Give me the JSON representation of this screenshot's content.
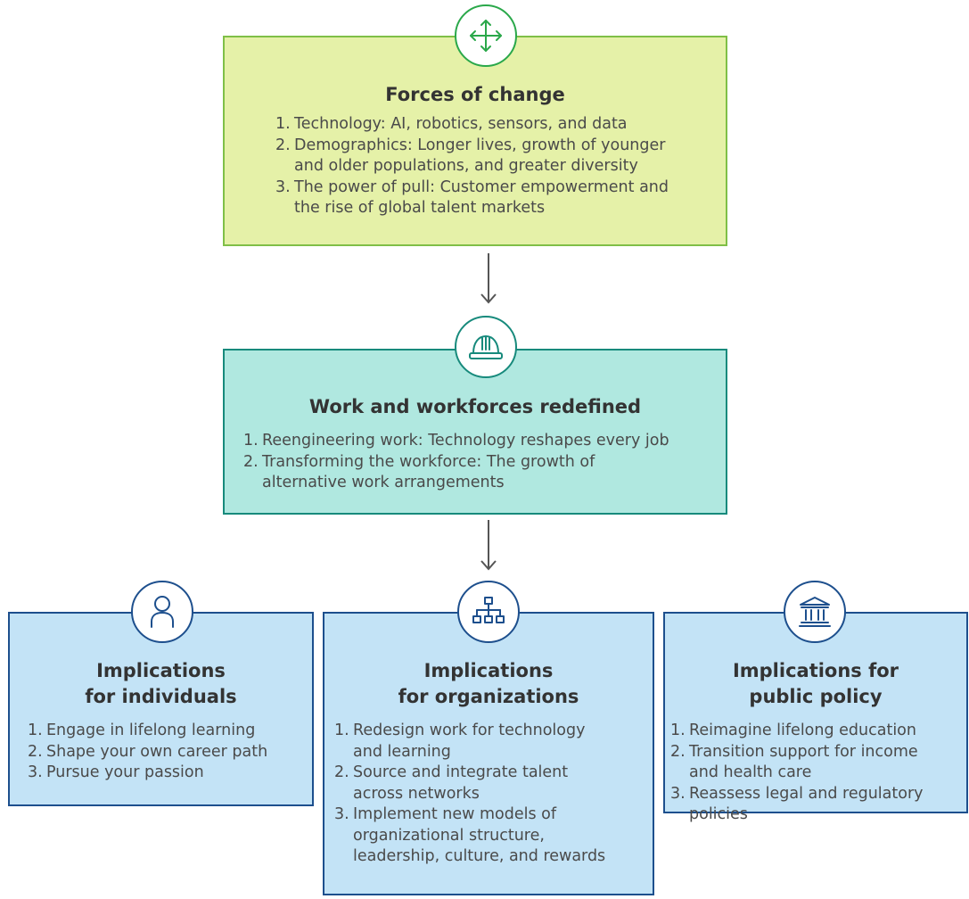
{
  "forces": {
    "title": "Forces of change",
    "items": [
      {
        "num": "1.",
        "first": "Technology: AI, robotics, sensors, and data",
        "cont": ""
      },
      {
        "num": "2.",
        "first": "Demographics: Longer lives, growth of younger",
        "cont": "and older populations, and greater diversity"
      },
      {
        "num": "3.",
        "first": "The power of pull: Customer empowerment and",
        "cont": "the rise of global talent markets"
      }
    ]
  },
  "work": {
    "title": "Work and workforces redefined",
    "items": [
      {
        "num": "1.",
        "first": "Reengineering work: Technology reshapes every job",
        "cont": ""
      },
      {
        "num": "2.",
        "first": "Transforming the workforce: The growth of",
        "cont": "alternative work arrangements"
      }
    ]
  },
  "individuals": {
    "title_line1": "Implications",
    "title_line2": "for individuals",
    "items": [
      {
        "num": "1.",
        "first": "Engage in lifelong learning",
        "cont": ""
      },
      {
        "num": "2.",
        "first": "Shape your own career path",
        "cont": ""
      },
      {
        "num": "3.",
        "first": "Pursue your passion",
        "cont": ""
      }
    ]
  },
  "organizations": {
    "title_line1": "Implications",
    "title_line2": "for organizations",
    "items": [
      {
        "num": "1.",
        "first": "Redesign work for technology",
        "cont": "and learning"
      },
      {
        "num": "2.",
        "first": "Source and integrate talent",
        "cont": "across networks"
      },
      {
        "num": "3.",
        "first": "Implement new models of",
        "cont": "organizational structure,",
        "cont2": "leadership, culture, and rewards"
      }
    ]
  },
  "policy": {
    "title_line1": "Implications for",
    "title_line2": "public policy",
    "items": [
      {
        "num": "1.",
        "first": "Reimagine lifelong education",
        "cont": ""
      },
      {
        "num": "2.",
        "first": "Transition support for income",
        "cont": "and health care"
      },
      {
        "num": "3.",
        "first": "Reassess legal and regulatory",
        "cont": "policies"
      }
    ]
  },
  "icons": {
    "forces": "move-arrows-icon",
    "work": "hard-hat-icon",
    "individuals": "person-icon",
    "organizations": "org-chart-icon",
    "policy": "government-building-icon"
  },
  "colors": {
    "forces_fill": "#e5f1a8",
    "forces_border": "#7fbf47",
    "work_fill": "#b0e8e0",
    "work_border": "#178a7c",
    "implications_fill": "#c3e3f6",
    "implications_border": "#1d4f8d",
    "arrow": "#555555"
  }
}
